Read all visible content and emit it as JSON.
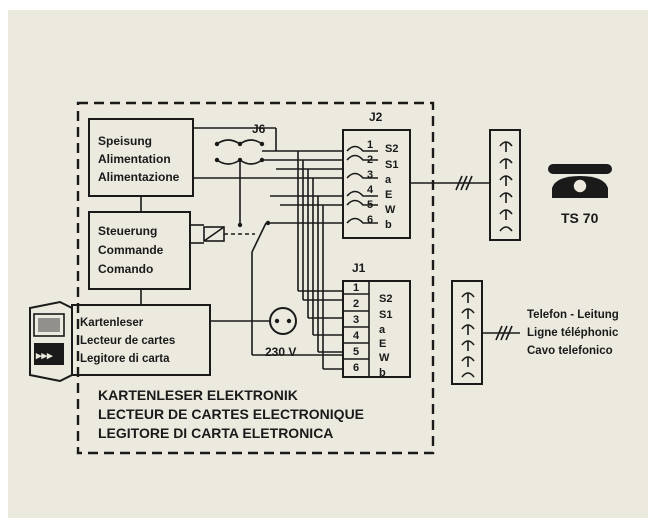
{
  "blocks": {
    "speisung": [
      "Speisung",
      "Alimentation",
      "Alimentazione"
    ],
    "steuerung": [
      "Steuerung",
      "Commande",
      "Comando"
    ],
    "kartenleser": [
      "Kartenleser",
      "Lecteur de cartes",
      "Legitore di carta"
    ]
  },
  "connectors": {
    "j6": "J6",
    "j2": "J2",
    "j1": "J1",
    "pins": [
      "1",
      "2",
      "3",
      "4",
      "5",
      "6"
    ],
    "signals_s2": "S2",
    "signals_s1": "S1",
    "signals_rest": [
      "a",
      "E",
      "W",
      "b"
    ]
  },
  "power": {
    "label": "230 V"
  },
  "phone": {
    "model": "TS 70"
  },
  "line": [
    "Telefon - Leitung",
    "Ligne téléphonic",
    "Cavo telefonico"
  ],
  "device_title": [
    "KARTENLESER  ELEKTRONIK",
    "LECTEUR DE CARTES ELECTRONIQUE",
    "LEGITORE DI CARTA ELETRONICA"
  ],
  "colors": {
    "background": "#ece9de",
    "ink": "#1a1a1a",
    "card_slot": "#555555"
  }
}
